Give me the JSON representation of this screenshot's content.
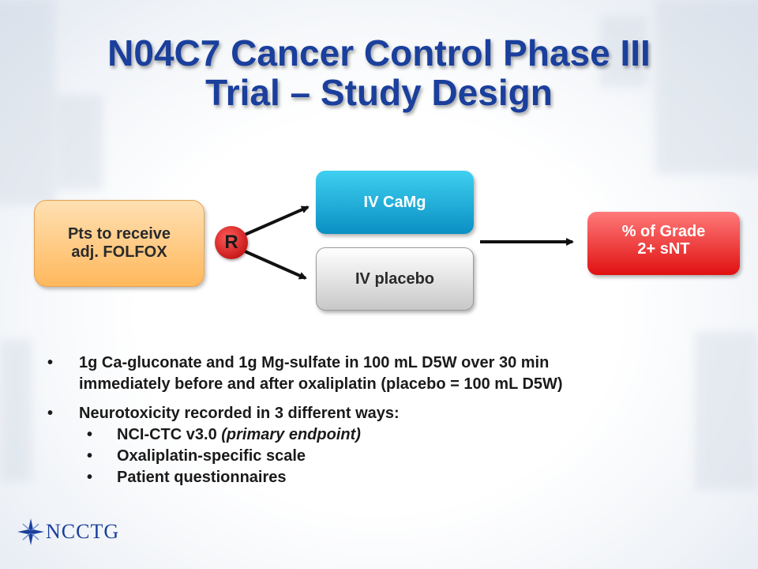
{
  "title": {
    "line1": "N04C7 Cancer Control Phase III",
    "line2": "Trial – Study Design"
  },
  "diagram": {
    "start": {
      "line1": "Pts to receive",
      "line2": "adj. FOLFOX"
    },
    "randomize": "R",
    "arm1": "IV CaMg",
    "arm2": "IV placebo",
    "outcome": {
      "line1": "% of Grade",
      "line2": "2+ sNT"
    }
  },
  "bullets": [
    {
      "line1": "1g Ca-gluconate and 1g Mg-sulfate in 100 mL D5W over 30 min",
      "line2": "immediately before and after oxaliplatin (placebo = 100 mL D5W)"
    },
    {
      "line1": "Neurotoxicity recorded in 3 different ways:",
      "sub": [
        {
          "text": "NCI-CTC v3.0 ",
          "italic": "(primary endpoint)"
        },
        {
          "text": "Oxaliplatin-specific scale"
        },
        {
          "text": "Patient questionnaires"
        }
      ]
    }
  ],
  "bullet_glyph": "•",
  "logo": {
    "text": "NCCTG",
    "icon": "star-icon"
  },
  "colors": {
    "title": "#1a3f9c",
    "start_box": "#ffb85c",
    "arm1": "#0a8fc3",
    "arm2": "#c8c8c8",
    "outcome": "#e01010",
    "randomize": "#b30000"
  }
}
